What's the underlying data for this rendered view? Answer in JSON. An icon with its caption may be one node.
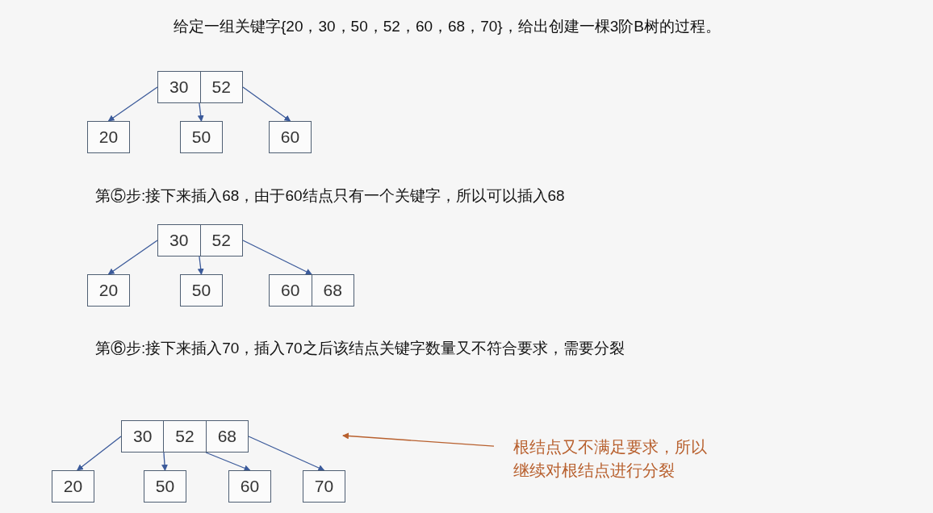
{
  "diagram": {
    "title": "给定一组关键字{20，30，50，52，60，68，70}，给出创建一棵3阶B树的过程。",
    "nodes": [
      {
        "text": [
          "30",
          "52"
        ]
      },
      {
        "text": [
          "20"
        ]
      },
      {
        "text": [
          "50"
        ]
      },
      {
        "text": [
          "60"
        ]
      },
      {
        "text": [
          "30",
          "52"
        ]
      },
      {
        "text": [
          "20"
        ]
      },
      {
        "text": [
          "50"
        ]
      },
      {
        "text": [
          "60",
          "68"
        ]
      },
      {
        "text": [
          "30",
          "52",
          "68"
        ]
      },
      {
        "text": [
          "20"
        ]
      },
      {
        "text": [
          "50"
        ]
      },
      {
        "text": [
          "60"
        ]
      },
      {
        "text": [
          "70"
        ]
      },
      {
        "text": [
          "根结点又不满足要求，所以继续对根结点进行分裂"
        ]
      }
    ],
    "edges": [
      {
        "from": 0,
        "to": 1,
        "arrow": "to"
      },
      {
        "from": 0,
        "to": 2,
        "arrow": "to"
      },
      {
        "from": 0,
        "to": 3,
        "arrow": "to"
      },
      {
        "from": 4,
        "to": 5,
        "arrow": "to"
      },
      {
        "from": 4,
        "to": 6,
        "arrow": "to"
      },
      {
        "from": 4,
        "to": 7,
        "arrow": "to"
      },
      {
        "from": 8,
        "to": 9,
        "arrow": "to"
      },
      {
        "from": 8,
        "to": 10,
        "arrow": "to"
      },
      {
        "from": 8,
        "to": 11,
        "arrow": "to"
      },
      {
        "from": 8,
        "to": 12,
        "arrow": "to"
      },
      {
        "from": 13,
        "to": null,
        "arrow": "to",
        "color": "#b8602e"
      }
    ],
    "labels": [
      "第⑤步:接下来插入68，由于60结点只有一个关键字，所以可以插入68",
      "第⑥步:接下来插入70，插入70之后该结点关键字数量又不符合要求，需要分裂"
    ]
  }
}
